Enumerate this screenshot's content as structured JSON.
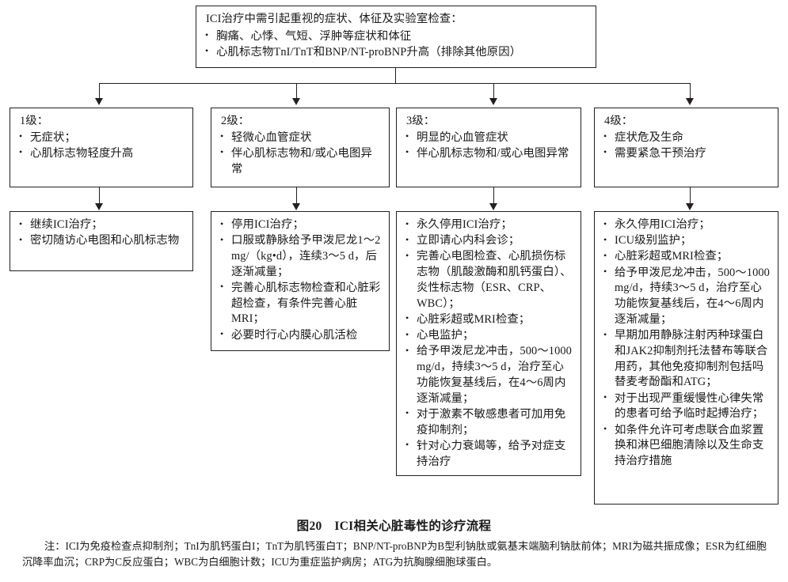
{
  "figure": {
    "caption": "图20　ICI相关心脏毒性的诊疗流程",
    "note": "注：ICI为免疫检查点抑制剂；TnI为肌钙蛋白I；TnT为肌钙蛋白T；BNP/NT-proBNP为B型利钠肽或氨基末端脑利钠肽前体；MRI为磁共振成像；ESR为红细胞沉降率血沉；CRP为C反应蛋白；WBC为白细胞计数；ICU为重症监护病房；ATG为抗胸腺细胞球蛋白。"
  },
  "header_box": {
    "title": "ICI治疗中需引起重视的症状、体征及实验室检查：",
    "items": [
      "胸痛、心悸、气短、浮肿等症状和体征",
      "心肌标志物TnI/TnT和BNP/NT-proBNP升高（排除其他原因）"
    ]
  },
  "grades": [
    {
      "title": "1级：",
      "items": [
        "无症状；",
        "心肌标志物轻度升高"
      ]
    },
    {
      "title": "2级：",
      "items": [
        "轻微心血管症状",
        "伴心肌标志物和/或心电图异常"
      ]
    },
    {
      "title": "3级：",
      "items": [
        "明显的心血管症状",
        "伴心肌标志物和/或心电图异常"
      ]
    },
    {
      "title": "4级：",
      "items": [
        "症状危及生命",
        "需要紧急干预治疗"
      ]
    }
  ],
  "treatments": [
    {
      "items": [
        "继续ICI治疗；",
        "密切随访心电图和心肌标志物"
      ]
    },
    {
      "items": [
        "停用ICI治疗；",
        "口服或静脉给予甲泼尼龙1～2 mg/（kg•d），连续3～5 d，后逐渐减量；",
        "完善心肌标志物检查和心脏彩超检查，有条件完善心脏MRI；",
        "必要时行心内膜心肌活检"
      ]
    },
    {
      "items": [
        "永久停用ICI治疗；",
        "立即请心内科会诊；",
        "完善心电图检查、心肌损伤标志物（肌酸激酶和肌钙蛋白）、炎性标志物（ESR、CRP、WBC）；",
        "心脏彩超或MRI检查；",
        "心电监护；",
        "给予甲泼尼龙冲击，500～1000 mg/d，持续3～5 d，治疗至心功能恢复基线后，在4～6周内逐渐减量；",
        "对于激素不敏感患者可加用免疫抑制剂；",
        "针对心力衰竭等，给予对症支持治疗"
      ]
    },
    {
      "items": [
        "永久停用ICI治疗；",
        "ICU级别监护；",
        "心脏彩超或MRI检查；",
        "给予甲泼尼龙冲击，500～1000 mg/d，持续3～5 d，治疗至心功能恢复基线后，在4～6周内逐渐减量；",
        "早期加用静脉注射丙种球蛋白和JAK2抑制剂托法替布等联合用药，其他免疫抑制剂包括吗替麦考酚酯和ATG；",
        "对于出现严重缓慢性心律失常的患者可给予临时起搏治疗；",
        "如条件允许可考虑联合血浆置换和淋巴细胞清除以及生命支持治疗措施"
      ]
    }
  ],
  "colors": {
    "line": "#231f20",
    "text": "#1a1a1a",
    "background": "#ffffff"
  }
}
